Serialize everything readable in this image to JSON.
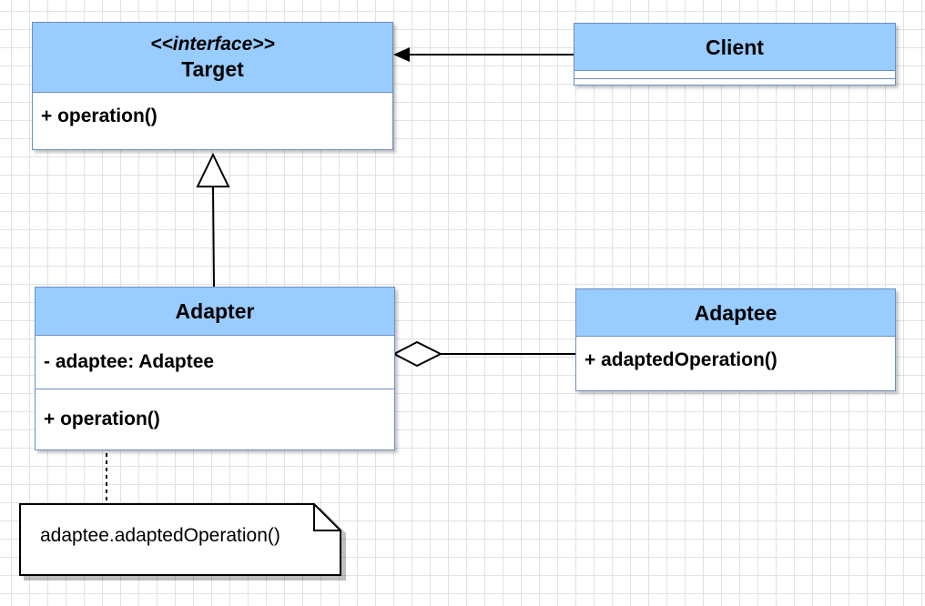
{
  "target": {
    "stereotype": "<<interface>>",
    "name": "Target",
    "operations": [
      "+ operation()"
    ]
  },
  "client": {
    "name": "Client"
  },
  "adapter": {
    "name": "Adapter",
    "attributes": [
      "- adaptee: Adaptee"
    ],
    "operations": [
      "+ operation()"
    ]
  },
  "adaptee": {
    "name": "Adaptee",
    "operations": [
      "+ adaptedOperation()"
    ]
  },
  "note": {
    "text": "adaptee.adaptedOperation()"
  },
  "colors": {
    "header_fill": "#99ccff",
    "border": "#6c8ebf",
    "grid": "#e2e2e2"
  }
}
